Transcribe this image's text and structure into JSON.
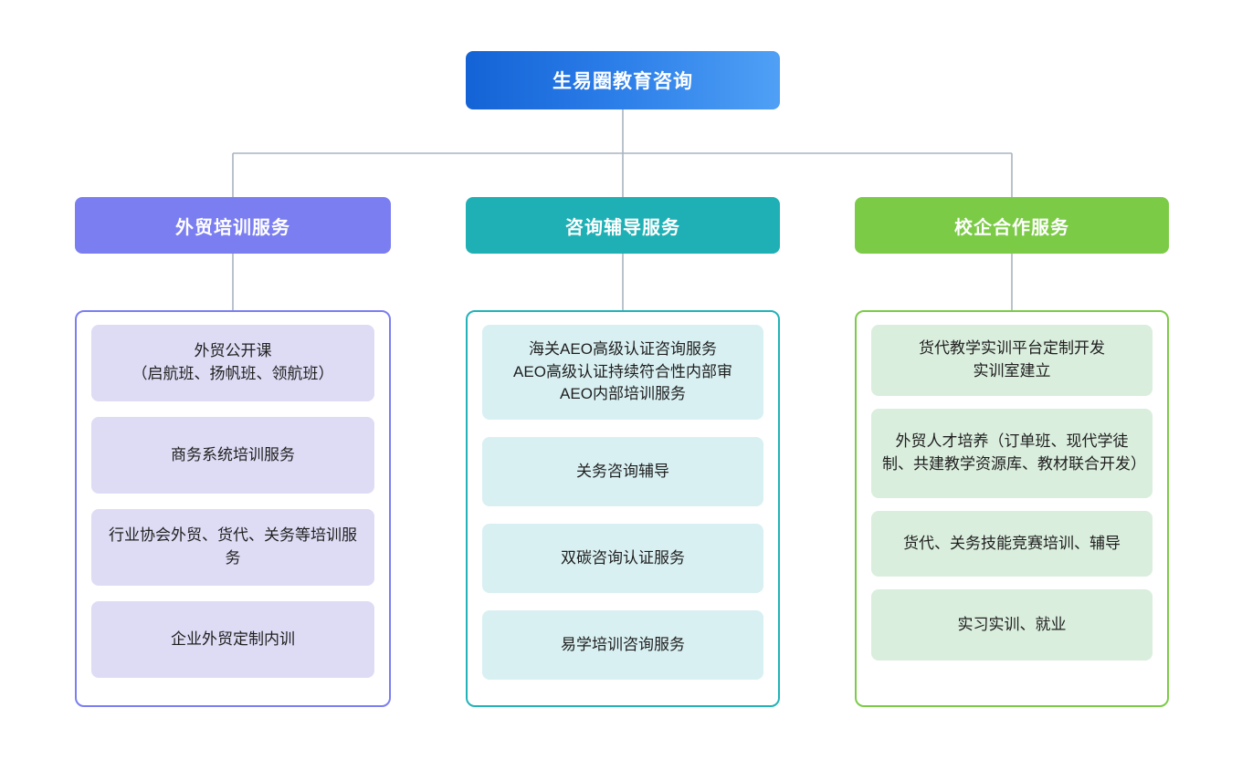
{
  "diagram": {
    "type": "organization-chart",
    "orientation": "top-down",
    "root": {
      "label": "生易圈教育咨询",
      "color_start": "#1463d6",
      "color_end": "#4fa0f5",
      "text_color": "#ffffff"
    },
    "connector_color": "#a9b4c0",
    "columns": [
      {
        "id": "foreign-trade-training",
        "header": "外贸培训服务",
        "header_color": "#7b7ef0",
        "border_color": "#7b7ef0",
        "card_color": "#dedcf5",
        "items": [
          "外贸公开课\n（启航班、扬帆班、领航班）",
          "商务系统培训服务",
          "行业协会外贸、货代、关务等培训服务",
          "企业外贸定制内训"
        ]
      },
      {
        "id": "consulting-tutoring",
        "header": "咨询辅导服务",
        "header_color": "#1fb0b5",
        "border_color": "#21b3b8",
        "card_color": "#d9f0f2",
        "items": [
          "海关AEO高级认证咨询服务\nAEO高级认证持续符合性内部审\nAEO内部培训服务",
          "关务咨询辅导",
          "双碳咨询认证服务",
          "易学培训咨询服务"
        ]
      },
      {
        "id": "school-enterprise-cooperation",
        "header": "校企合作服务",
        "header_color": "#7ccb47",
        "border_color": "#7ccb47",
        "card_color": "#daeedd",
        "items": [
          "货代教学实训平台定制开发\n实训室建立",
          "外贸人才培养（订单班、现代学徒制、共建教学资源库、教材联合开发）",
          "货代、关务技能竞赛培训、辅导",
          "实习实训、就业"
        ]
      }
    ]
  }
}
